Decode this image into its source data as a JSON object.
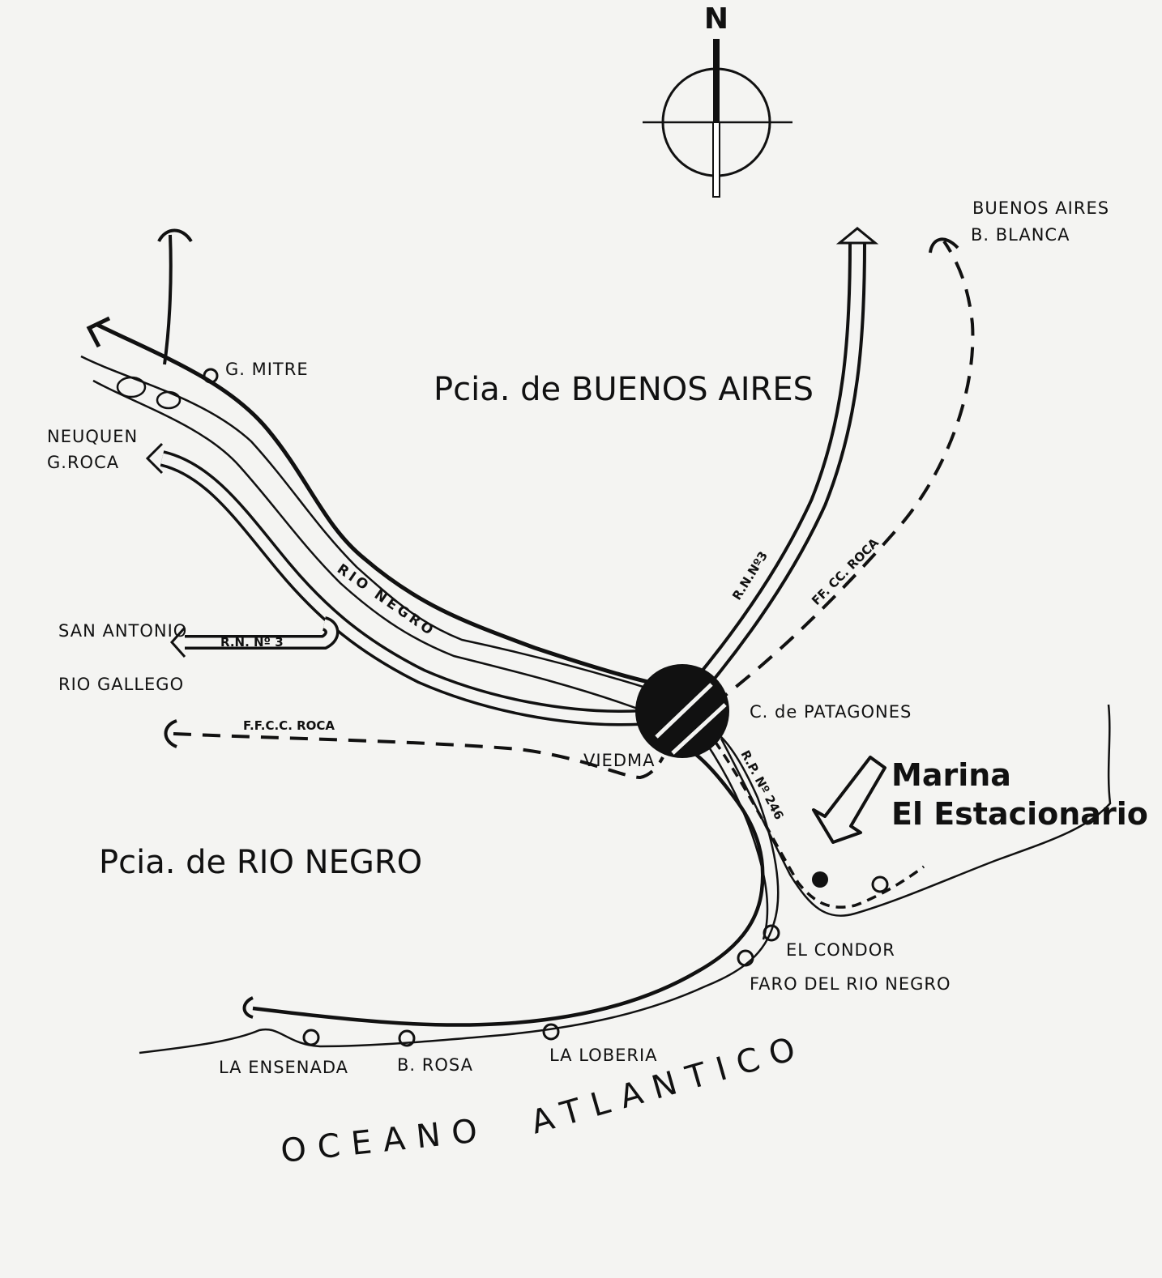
{
  "compass": {
    "north": "N"
  },
  "regions": {
    "buenos_aires": "Pcia. de BUENOS AIRES",
    "rio_negro": "Pcia. de RIO NEGRO",
    "ocean_word1": "OCEANO",
    "ocean_word2": "ATLANTICO"
  },
  "destinations": {
    "buenos_aires": "BUENOS AIRES",
    "bahia_blanca": "B. BLANCA",
    "neuquen": "NEUQUEN",
    "roca": "G.ROCA",
    "san_antonio": "SAN ANTONIO",
    "rio_gallego": "RIO GALLEGO"
  },
  "places": {
    "mitre": "G. MITRE",
    "patagones": "C. de PATAGONES",
    "viedma": "VIEDMA",
    "el_condor": "EL CONDOR",
    "faro": "FARO DEL RIO NEGRO",
    "la_ensenada": "LA ENSENADA",
    "b_rosa": "B. ROSA",
    "la_loberia": "LA LOBERIA"
  },
  "routes": {
    "rn3_west": "R.N. Nº 3",
    "rn3_north": "R.N.Nº3",
    "ffcc_west": "F.F.C.C. ROCA",
    "ffcc_north": "FF. CC. ROCA",
    "rp246": "R.P. Nº 246"
  },
  "river": {
    "name": "RIO NEGRO"
  },
  "marina": {
    "line1": "Marina",
    "line2": "El Estacionario"
  }
}
